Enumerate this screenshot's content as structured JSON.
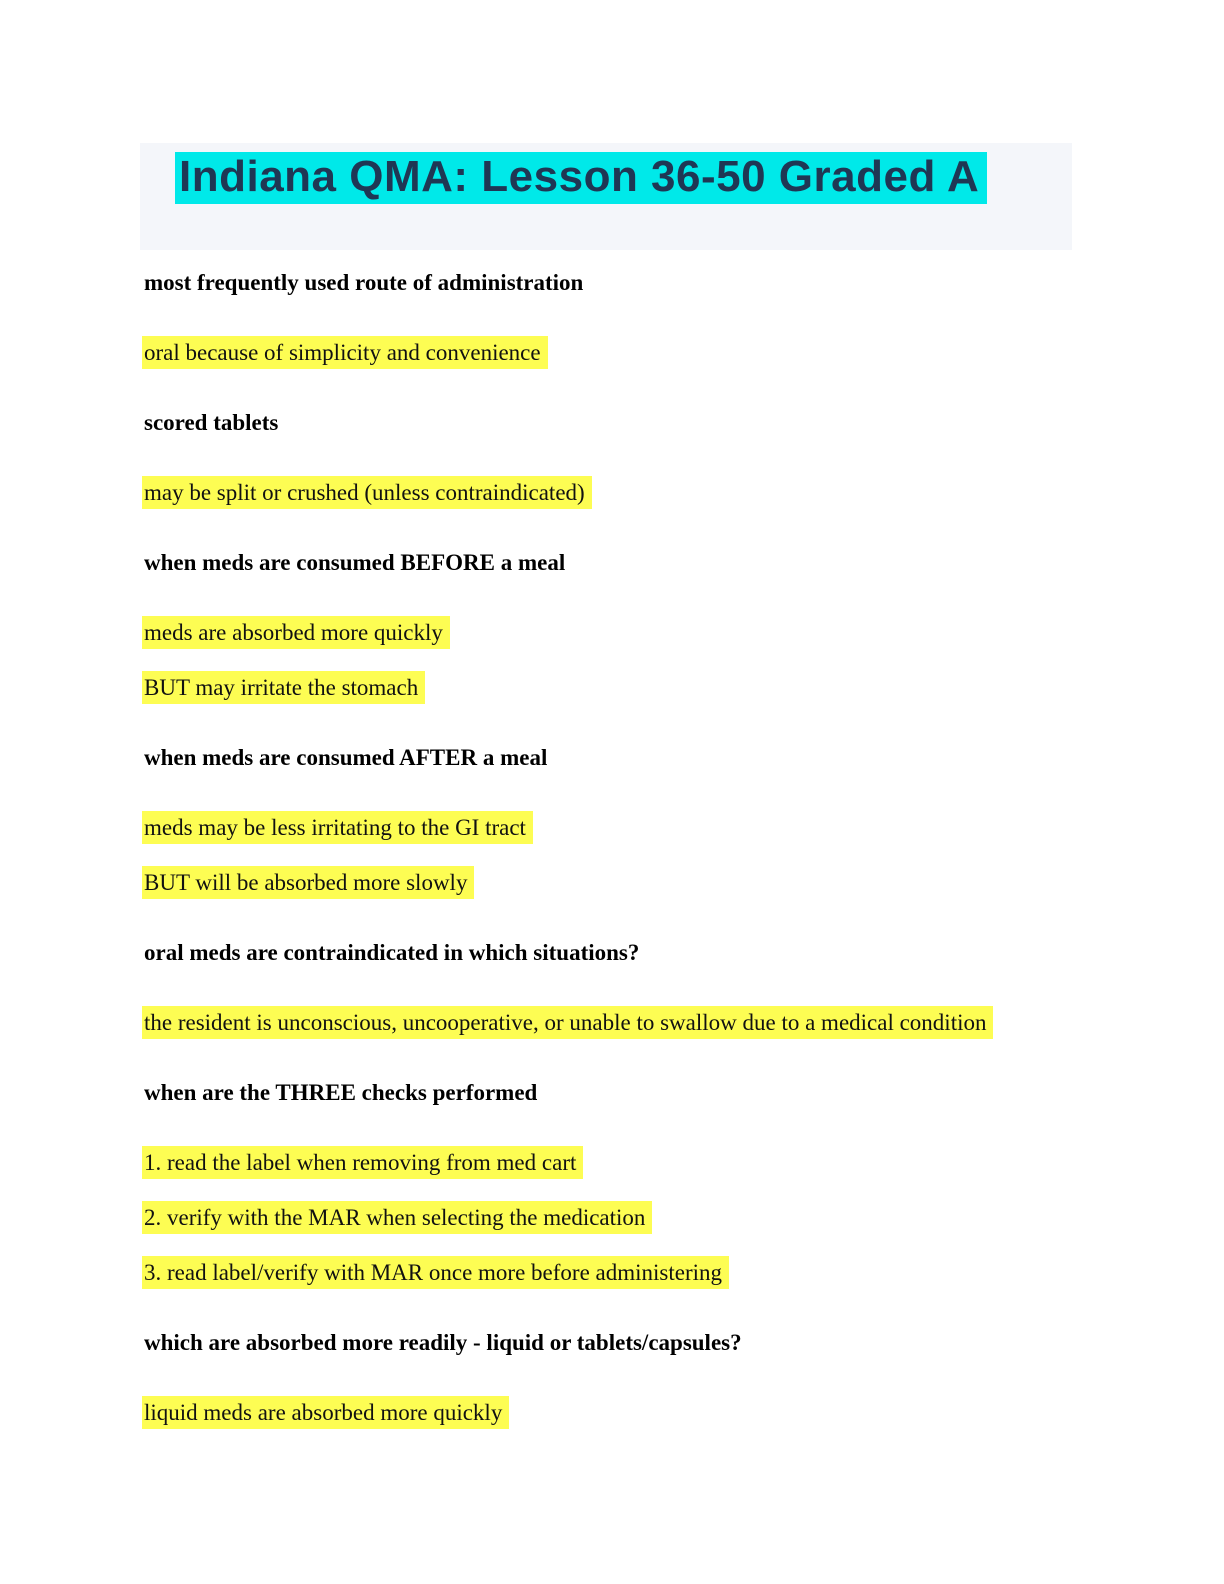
{
  "title": "Indiana QMA: Lesson 36-50 Graded A",
  "colors": {
    "title_text": "#1f3754",
    "title_highlight": "#00e9e9",
    "title_band_background": "#f4f6fa",
    "answer_highlight": "#fdfd53"
  },
  "qa": [
    {
      "question": "most frequently used route of administration",
      "answers": [
        "oral because of simplicity and convenience"
      ]
    },
    {
      "question": "scored tablets",
      "answers": [
        "may be split or crushed (unless contraindicated)"
      ]
    },
    {
      "question": "when meds are consumed BEFORE a meal",
      "answers": [
        "meds are absorbed more quickly",
        "BUT may irritate the stomach"
      ]
    },
    {
      "question": "when meds are consumed AFTER a meal",
      "answers": [
        "meds may be less irritating to the GI tract",
        "BUT will be absorbed more slowly"
      ]
    },
    {
      "question": "oral meds are contraindicated in which situations?",
      "answers": [
        "the resident is unconscious, uncooperative, or unable to swallow due to a medical condition"
      ]
    },
    {
      "question": "when are the THREE checks performed",
      "answers": [
        "1. read the label when removing from med cart",
        "2. verify with the MAR when selecting the medication",
        "3. read label/verify with MAR once more before administering"
      ]
    },
    {
      "question": "which are absorbed more readily - liquid or tablets/capsules?",
      "answers": [
        "liquid meds are absorbed more quickly"
      ]
    }
  ]
}
